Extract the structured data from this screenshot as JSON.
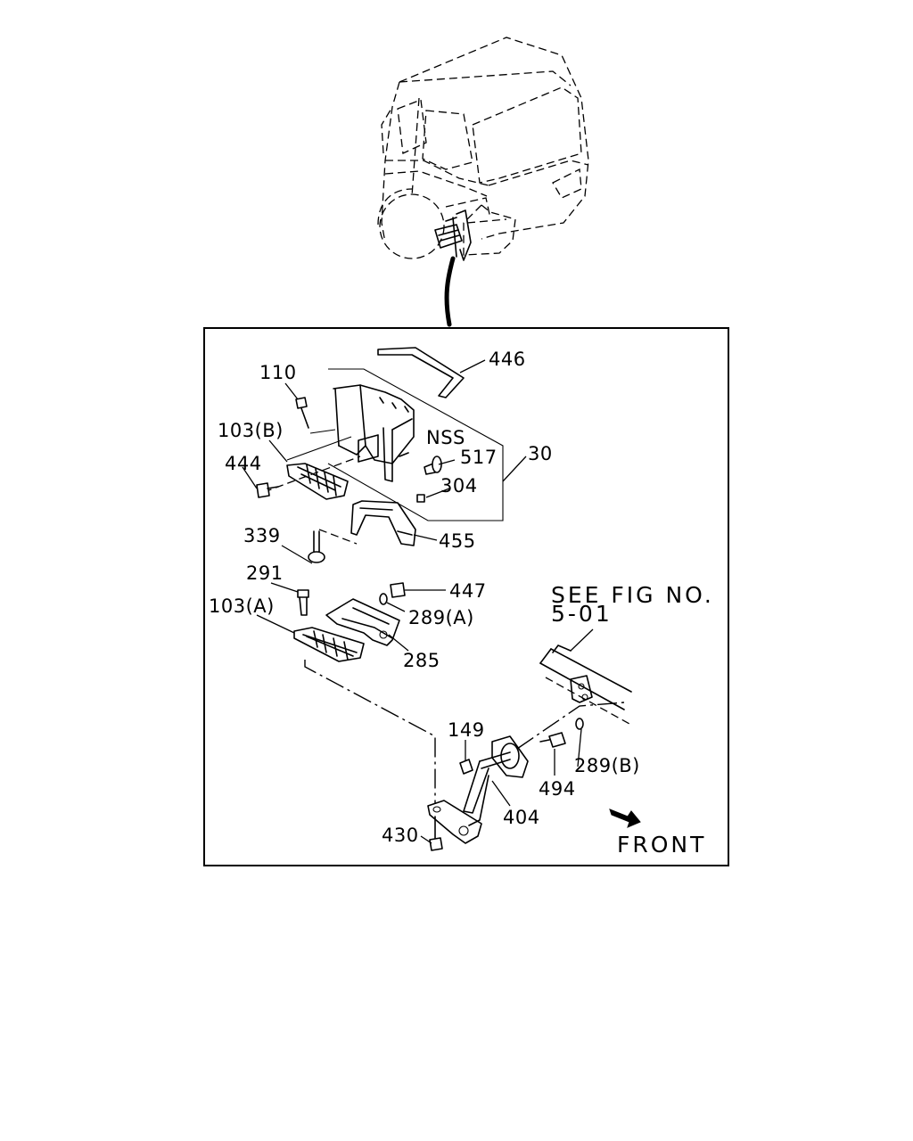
{
  "callouts": {
    "c110": "110",
    "c103b": "103(B)",
    "c444": "444",
    "c446": "446",
    "cnss": "NSS",
    "c517": "517",
    "c304": "304",
    "c30": "30",
    "c339": "339",
    "c455": "455",
    "c291": "291",
    "c447": "447",
    "c103a": "103(A)",
    "c289a": "289(A)",
    "c285": "285",
    "c149": "149",
    "c289b": "289(B)",
    "c494": "494",
    "c404": "404",
    "c430": "430"
  },
  "reference": {
    "line1": "SEE FIG NO.",
    "line2": "5-01"
  },
  "direction": {
    "label": "FRONT",
    "icon": "front-arrow-icon"
  }
}
